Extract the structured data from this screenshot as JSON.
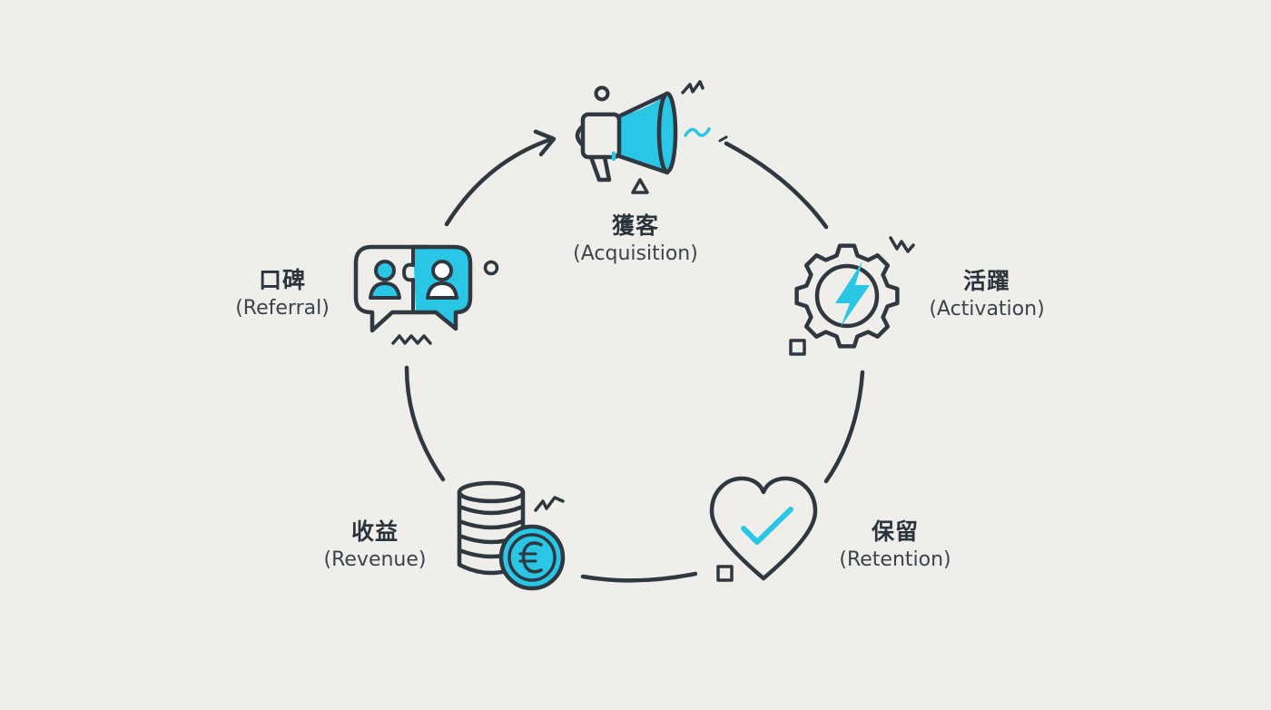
{
  "colors": {
    "background": "#efeeea",
    "stroke": "#2f3841",
    "accent": "#29c6e6"
  },
  "stages": [
    {
      "id": "acquisition",
      "zh": "獲客",
      "en": "(Acquisition)",
      "icon": "megaphone-icon"
    },
    {
      "id": "activation",
      "zh": "活躍",
      "en": "(Activation)",
      "icon": "gear-lightning-icon"
    },
    {
      "id": "retention",
      "zh": "保留",
      "en": "(Retention)",
      "icon": "heart-check-icon"
    },
    {
      "id": "revenue",
      "zh": "收益",
      "en": "(Revenue)",
      "icon": "coins-euro-icon"
    },
    {
      "id": "referral",
      "zh": "口碑",
      "en": "(Referral)",
      "icon": "chat-users-icon"
    }
  ]
}
